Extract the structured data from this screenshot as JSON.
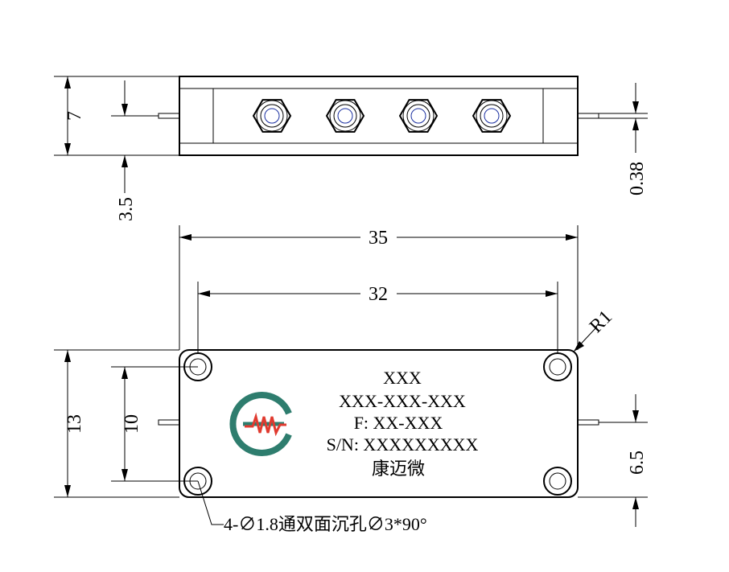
{
  "top_view": {
    "dim_height": "7",
    "dim_pin_offset": "3.5",
    "dim_pin_thickness": "0.38",
    "connector_count": 4
  },
  "front_view": {
    "dim_overall_width": "35",
    "dim_hole_spacing_x": "32",
    "dim_overall_height": "13",
    "dim_hole_spacing_y": "10",
    "dim_pin_height": "6.5",
    "dim_corner_radius": "R1",
    "hole_note": "4-∅1.8通双面沉孔∅3*90°"
  },
  "label": {
    "line1": "XXX",
    "line2": "XXX-XXX-XXX",
    "line3": "F: XX-XXX",
    "line4": "S/N: XXXXXXXXX",
    "line5": "康迈微"
  },
  "colors": {
    "logo_teal": "#2e7d6e",
    "logo_red": "#e03a2f",
    "line": "#000000",
    "connector_inner": "#1a2fa0"
  },
  "icons": [
    "company-logo-icon"
  ]
}
